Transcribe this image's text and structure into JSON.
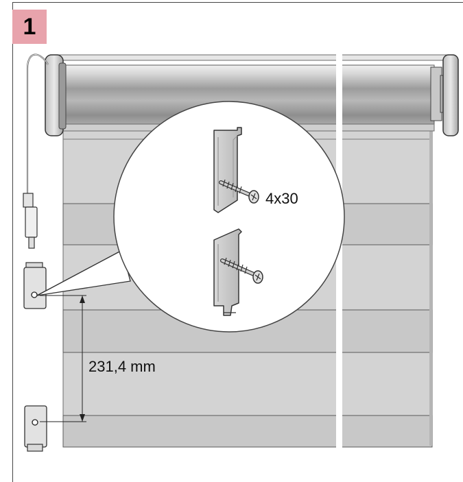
{
  "step": {
    "number": "1"
  },
  "labels": {
    "screw_size": "4x30",
    "distance": "231,4 mm"
  },
  "colors": {
    "badge": "#e8a3ac",
    "fabric": "#d3d3d3",
    "fabric_band": "#c6c6c6",
    "tube": "#b5b5b5",
    "bracket": "#c9c9c9"
  },
  "icons": [
    "screw-icon",
    "clip-bracket-icon",
    "bracket-clip-icon",
    "motor-cable-icon"
  ]
}
